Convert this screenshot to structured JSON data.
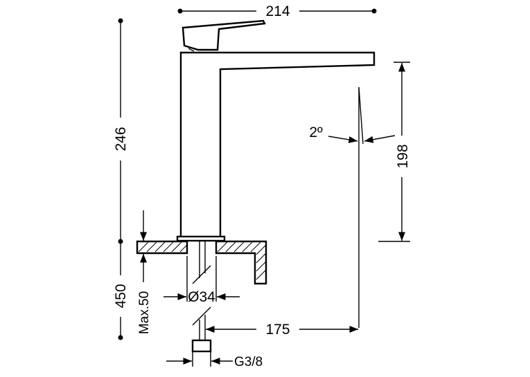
{
  "dimensions": {
    "width_total": "214",
    "height_faucet": "246",
    "height_spout": "198",
    "spout_angle": "2º",
    "height_hose": "450",
    "deck_thickness": "Max.50",
    "hole_diameter": "Ø34",
    "reach": "175",
    "thread": "G3/8"
  },
  "colors": {
    "line": "#000000",
    "background": "#ffffff"
  }
}
